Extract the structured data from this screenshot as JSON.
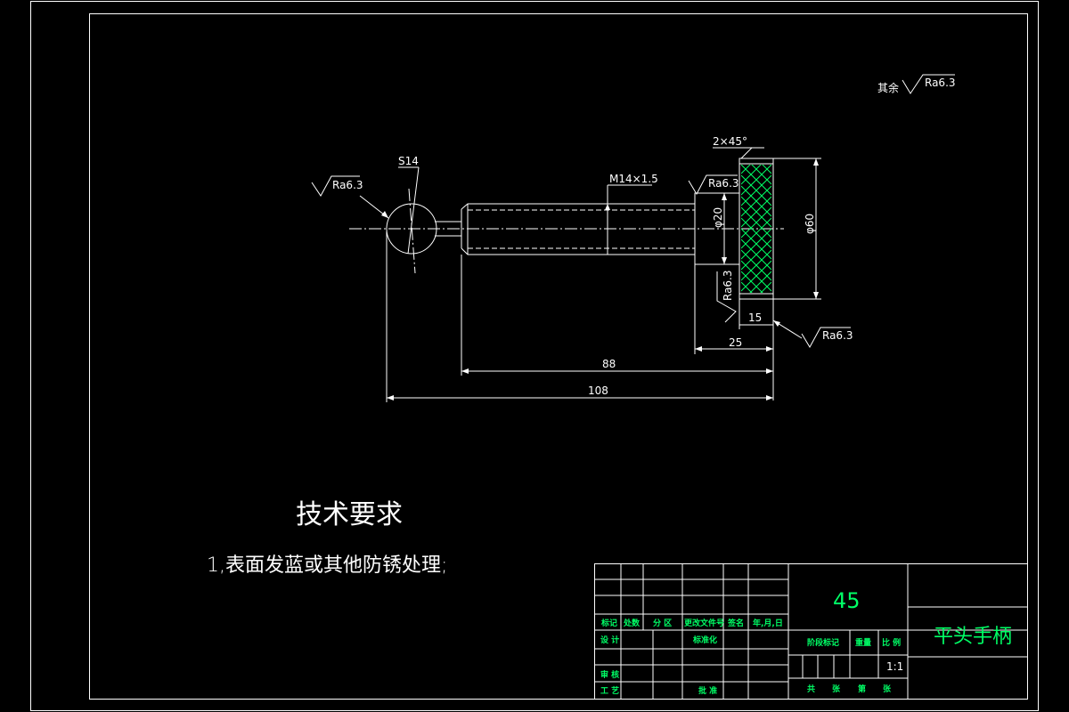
{
  "drawing": {
    "roughness_other": {
      "prefix": "其余",
      "value": "Ra6.3"
    },
    "roughness": {
      "ball": "Ra6.3",
      "shoulder": "Ra6.3",
      "shoulder_face": "Ra6.3",
      "knob_face": "Ra6.3"
    },
    "chamfer": "2×45°",
    "sphere": "S14",
    "thread": "M14×1.5",
    "diameters": {
      "shoulder": "φ20",
      "knob": "φ60"
    },
    "dimensions": {
      "knob_width": "15",
      "shoulder_len": "25",
      "thread_len": "88",
      "total_len": "108"
    }
  },
  "tech_requirements": {
    "title": "技术要求",
    "items": [
      "1,表面发蓝或其他防锈处理;"
    ]
  },
  "title_block": {
    "material": "45",
    "part_name": "平头手柄",
    "revision_headers": [
      "标记",
      "处数",
      "分 区",
      "更改文件号",
      "签名",
      "年,月,日"
    ],
    "design": "设 计",
    "standardize": "标准化",
    "stage_mark": "阶段标记",
    "weight": "重量",
    "scale": "比 例",
    "scale_value": "1:1",
    "review": "审 核",
    "process": "工 艺",
    "approve": "批 准",
    "sheet_total": "共",
    "sheet_word": "张",
    "sheet_nth": "第"
  }
}
